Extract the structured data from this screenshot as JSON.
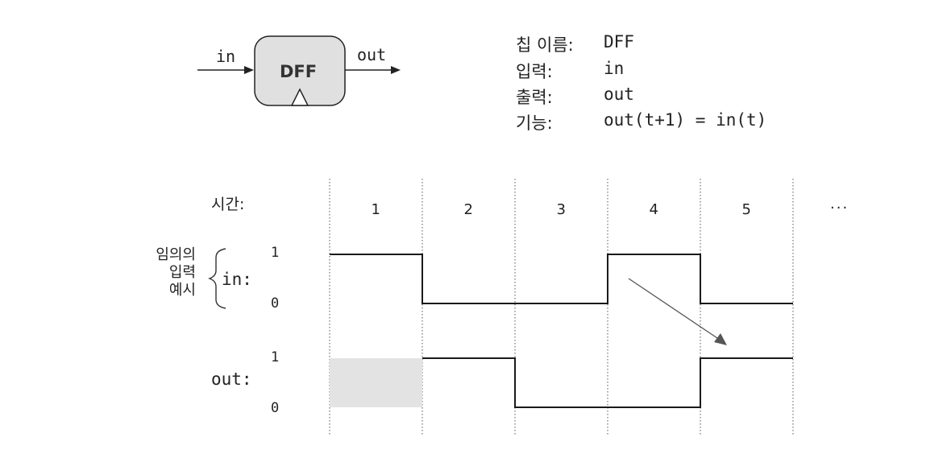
{
  "chip": {
    "block_label": "DFF",
    "input_pin": "in",
    "output_pin": "out"
  },
  "spec": {
    "name_label": "칩 이름:",
    "name_value": "DFF",
    "input_label": "입력:",
    "input_value": "in",
    "output_label": "출력:",
    "output_value": "out",
    "function_label": "기능:",
    "function_value": "out(t+1) = in(t)"
  },
  "timing": {
    "time_label": "시간:",
    "time_steps": [
      "1",
      "2",
      "3",
      "4",
      "5"
    ],
    "ellipsis": "...",
    "example_caption": [
      "임의의",
      "입력",
      "예시"
    ],
    "in_label": "in:",
    "out_label": "out:",
    "level_high": "1",
    "level_low": "0",
    "in_values": [
      1,
      0,
      0,
      1,
      0
    ],
    "out_values": [
      null,
      1,
      0,
      0,
      1
    ],
    "colors": {
      "line": "#1a1a1a",
      "undefined_fill": "#e3e3e3",
      "arrow": "#555555"
    }
  }
}
